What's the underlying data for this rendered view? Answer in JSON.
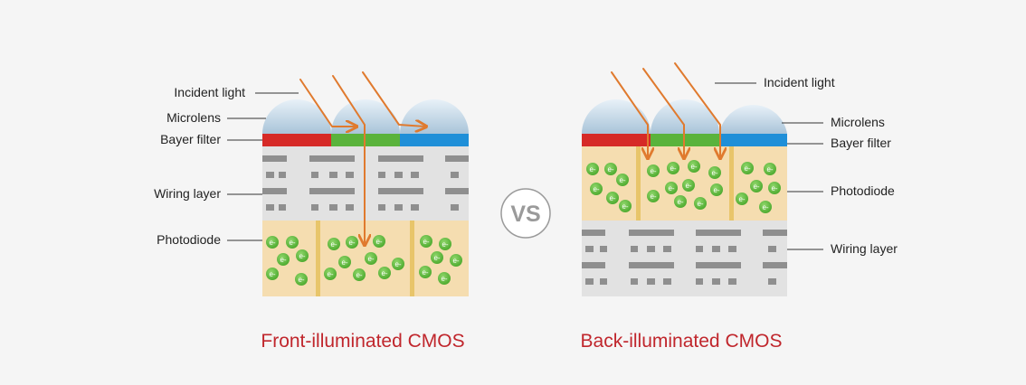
{
  "vs_label": "VS",
  "front": {
    "title": "Front-illuminated CMOS",
    "labels": {
      "incident_light": "Incident light",
      "microlens": "Microlens",
      "bayer_filter": "Bayer filter",
      "wiring_layer": "Wiring layer",
      "photodiode": "Photodiode"
    }
  },
  "back": {
    "title": "Back-illuminated CMOS",
    "labels": {
      "incident_light": "Incident light",
      "microlens": "Microlens",
      "bayer_filter": "Bayer filter",
      "photodiode": "Photodiode",
      "wiring_layer": "Wiring layer"
    }
  },
  "electron_label": "e-",
  "colors": {
    "background": "#f5f5f5",
    "filter_red": "#d62a27",
    "filter_green": "#5ab33c",
    "filter_blue": "#1f8fd8",
    "photodiode_fill": "#f5ddb0",
    "photodiode_divider": "#e8c56a",
    "wiring_fill": "#e2e2e2",
    "wiring_bars": "#8f8f8f",
    "light_ray": "#e07a2e",
    "electron": "#5cb83a",
    "title": "#c0262c",
    "vs_circle": "#9a9a9a"
  }
}
